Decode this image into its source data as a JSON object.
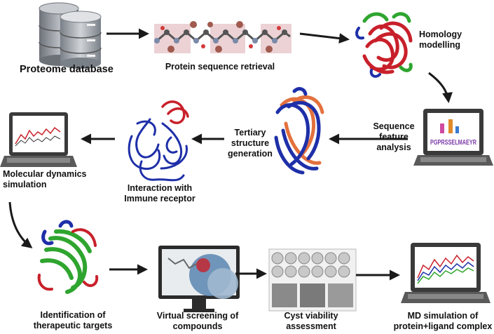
{
  "labels": {
    "proteome_database": "Proteome database",
    "protein_sequence_retrieval": "Protein sequence retrieval",
    "homology_modelling": "Homology\nmodelling",
    "sequence_feature_analysis": "Sequence\nfeature\nanalysis",
    "tertiary_structure_generation": "Tertiary\nstructure\ngeneration",
    "interaction_immune_receptor": "Interaction with\nImmune receptor",
    "molecular_dynamics_simulation": "Molecular dynamics\nsimulation",
    "identification_targets": "Identification of\ntherapeutic targets",
    "virtual_screening": "Virtual screening of\ncompounds",
    "cyst_viability": "Cyst viability\nassessment",
    "md_simulation_complex": "MD simulation of\nprotein+ligand complex"
  },
  "logo_text": "PGPRSSELMAEYR",
  "colors": {
    "database_grey": "#8a8f96",
    "protein_red": "#c8202a",
    "protein_blue": "#1e2fa8",
    "protein_green": "#2fa52f",
    "arrow": "#1a1a1a",
    "sequence_band": "#ecd2d5"
  },
  "icons": [
    "database-icon",
    "sequence-chain-icon",
    "protein-structure-icon",
    "laptop-icon",
    "monitor-icon",
    "petri-dish-icon"
  ]
}
